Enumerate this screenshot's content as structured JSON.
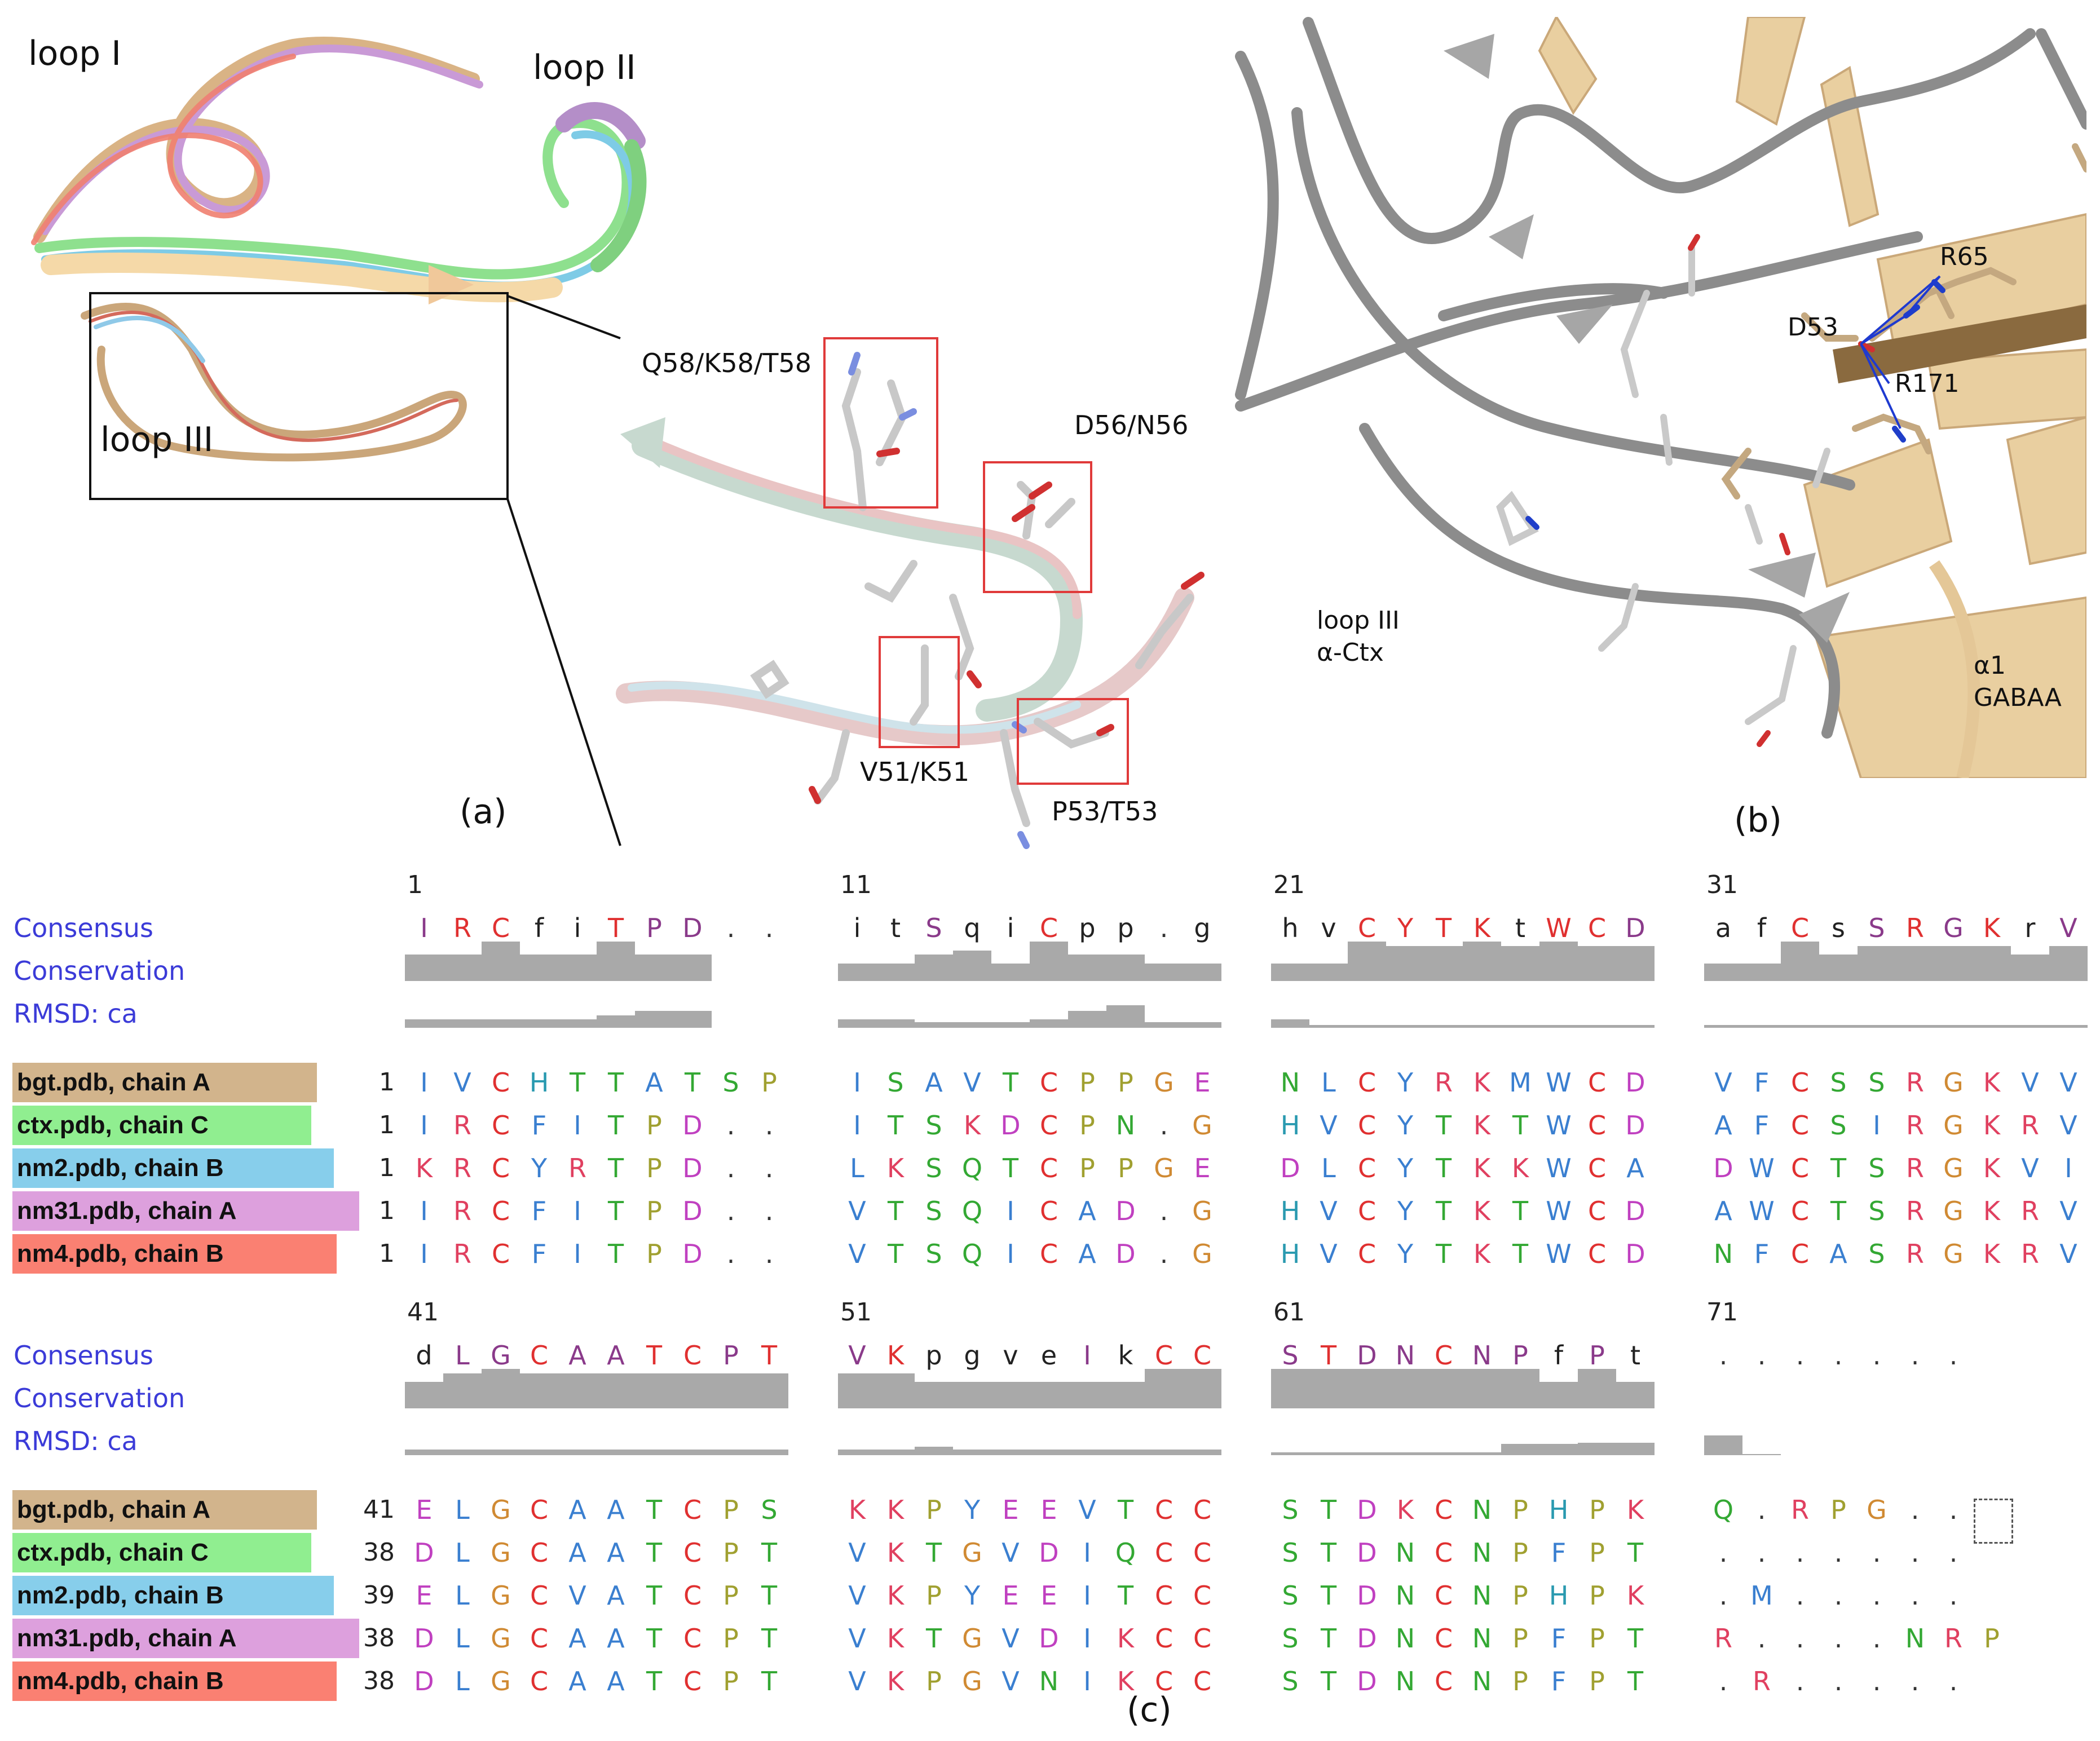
{
  "panel_a": {
    "labels": {
      "loop1": "loop I",
      "loop2": "loop II",
      "loop3": "loop III"
    },
    "residues": [
      "Q58/K58/T58",
      "D56/N56",
      "V51/K51",
      "P53/T53"
    ],
    "caption": "(a)"
  },
  "panel_b": {
    "residues": [
      "R65",
      "D53",
      "R171"
    ],
    "toxin_label": [
      "loop III",
      "α-Ctx"
    ],
    "receptor_label": [
      "α1",
      "GABAA"
    ],
    "caption": "(b)"
  },
  "panel_c": {
    "caption": "(c)",
    "row_labels": {
      "consensus": "Consensus",
      "conservation": "Conservation",
      "rmsd": "RMSD: ca"
    },
    "chains": [
      {
        "name": "bgt.pdb, chain A",
        "color": "#d2b48c",
        "starts": [
          "1",
          "41"
        ]
      },
      {
        "name": "ctx.pdb, chain C",
        "color": "#90ee90",
        "starts": [
          "1",
          "38"
        ]
      },
      {
        "name": "nm2.pdb, chain B",
        "color": "#87ceeb",
        "starts": [
          "1",
          "39"
        ]
      },
      {
        "name": "nm31.pdb, chain A",
        "color": "#dda0dd",
        "starts": [
          "1",
          "38"
        ]
      },
      {
        "name": "nm4.pdb, chain B",
        "color": "#fa8072",
        "starts": [
          "1",
          "38"
        ]
      }
    ],
    "blocks": [
      {
        "number": "1",
        "consensus": "IRCfiTPD..",
        "conservation": [
          0.3,
          0.3,
          0.45,
          0.3,
          0.3,
          0.45,
          0.3,
          0.3,
          0,
          0
        ],
        "rmsd": [
          0.3,
          0.3,
          0.3,
          0.3,
          0.3,
          0.45,
          0.6,
          0.6,
          0,
          0
        ],
        "seqs": [
          "IVCHTTATSP",
          "IRCFITPD..",
          "KRCYRTPD..",
          "IRCFITPD..",
          "IRCFITPD.."
        ]
      },
      {
        "number": "11",
        "consensus": "itSqiCpp.g",
        "conservation": [
          0.2,
          0.2,
          0.3,
          0.35,
          0.2,
          0.45,
          0.3,
          0.3,
          0.2,
          0.2
        ],
        "rmsd": [
          0.3,
          0.3,
          0.2,
          0.2,
          0.2,
          0.3,
          0.6,
          0.8,
          0.2,
          0.2
        ],
        "seqs": [
          "ISAVTCPPGE",
          "ITSKDCPN.G",
          "LKSQTCPPGE",
          "VTSQICAD.G",
          "VTSQICAD.G"
        ]
      },
      {
        "number": "21",
        "consensus": "hvCYTKtWCD",
        "conservation": [
          0.2,
          0.2,
          0.45,
          0.4,
          0.4,
          0.45,
          0.4,
          0.45,
          0.4,
          0.4
        ],
        "rmsd": [
          0.3,
          0.1,
          0.1,
          0.1,
          0.1,
          0.1,
          0.1,
          0.1,
          0.1,
          0.1
        ],
        "seqs": [
          "NLCYRKMWCD",
          "HVCYTKTWCD",
          "DLCYTKKWCA",
          "HVCYTKTWCD",
          "HVCYTKTWCD"
        ]
      },
      {
        "number": "31",
        "consensus": "afCsSRGKrV",
        "conservation": [
          0.2,
          0.2,
          0.45,
          0.3,
          0.4,
          0.4,
          0.4,
          0.4,
          0.3,
          0.4
        ],
        "rmsd": [
          0.1,
          0.1,
          0.1,
          0.1,
          0.1,
          0.1,
          0.1,
          0.1,
          0.1,
          0.1
        ],
        "seqs": [
          "VFCSSRGKVV",
          "AFCSIRGKRV",
          "DWCTSRGKVI",
          "AWCTSRGKRV",
          "NFCASRGKRV"
        ]
      },
      {
        "number": "41",
        "consensus": "dLGCAATCPT",
        "conservation": [
          0.3,
          0.4,
          0.45,
          0.4,
          0.4,
          0.4,
          0.4,
          0.4,
          0.4,
          0.4
        ],
        "rmsd": [
          0.2,
          0.2,
          0.2,
          0.2,
          0.2,
          0.2,
          0.2,
          0.2,
          0.2,
          0.2
        ],
        "seqs": [
          "ELGCAATCPS",
          "DLGCAATCPT",
          "ELGCVATCPT",
          "DLGCAATCPT",
          "DLGCAATCPT"
        ]
      },
      {
        "number": "51",
        "consensus": "VKpgveIkCC",
        "conservation": [
          0.4,
          0.4,
          0.3,
          0.3,
          0.3,
          0.3,
          0.3,
          0.3,
          0.45,
          0.45
        ],
        "rmsd": [
          0.2,
          0.2,
          0.3,
          0.2,
          0.2,
          0.2,
          0.2,
          0.2,
          0.2,
          0.2
        ],
        "seqs": [
          "KKPYEEVTCC",
          "VKTGVDIQCC",
          "VKPYEEITCC",
          "VKTGVDIKCC",
          "VKPGVNIKCC"
        ]
      },
      {
        "number": "61",
        "consensus": "STDNCNPfPt",
        "conservation": [
          0.45,
          0.45,
          0.45,
          0.45,
          0.45,
          0.45,
          0.45,
          0.3,
          0.45,
          0.3
        ],
        "rmsd": [
          0.1,
          0.1,
          0.1,
          0.1,
          0.1,
          0.1,
          0.4,
          0.4,
          0.45,
          0.45
        ],
        "seqs": [
          "STDKCNPHPK",
          "STDNCNPFPT",
          "STDNCNPHPK",
          "STDNCNPFPT",
          "STDNCNPFPT"
        ]
      },
      {
        "number": "71",
        "consensus": ".......",
        "conservation": [
          0,
          0,
          0,
          0,
          0,
          0,
          0
        ],
        "rmsd": [
          0.7,
          0.05,
          0,
          0,
          0,
          0,
          0
        ],
        "seqs": [
          "Q.RPG..",
          ".......",
          ".M.....",
          "R....NRP",
          ".R....."
        ]
      }
    ]
  },
  "colors": {
    "structure_bg": "#ffffff",
    "tan_chain": "#d2b48c",
    "grey_chain": "#8a8a8a",
    "label_blue": "#3b3bd8",
    "box_red": "#e03a3a",
    "hbond_blue": "#1e3ad0",
    "bar_grey": "#a9a9a9"
  }
}
